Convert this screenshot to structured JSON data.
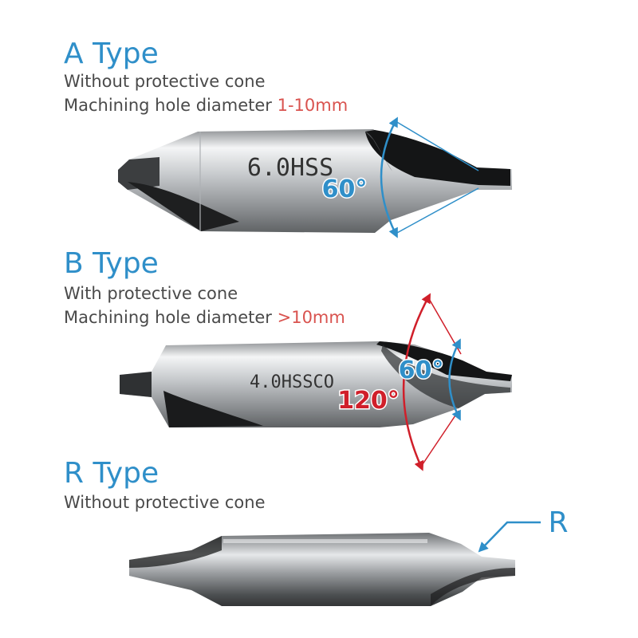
{
  "sections": {
    "a": {
      "title": "A Type",
      "line1": "Without protective cone",
      "line2_prefix": "Machining hole diameter ",
      "line2_value": "1-10mm",
      "bit_marking": "6.0HSS",
      "angle": "60°"
    },
    "b": {
      "title": "B Type",
      "line1": "With protective cone",
      "line2_prefix": "Machining hole diameter ",
      "line2_value": ">10mm",
      "bit_marking": "4.0HSSCO",
      "angle_inner": "60°",
      "angle_outer": "120°"
    },
    "r": {
      "title": "R Type",
      "line1": "Without protective cone",
      "callout": "R"
    }
  },
  "colors": {
    "title_blue": "#2f8fc9",
    "highlight_red": "#d9534f",
    "angle_red": "#d01f2a",
    "body_text": "#4a4a4a"
  }
}
